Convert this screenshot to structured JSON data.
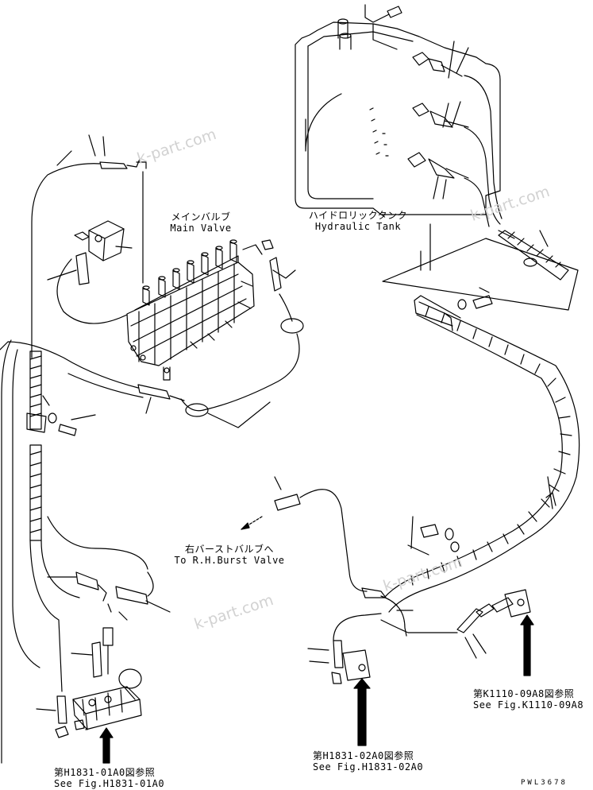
{
  "labels": {
    "main_valve_jp": "メインバルブ",
    "main_valve_en": "Main Valve",
    "hydraulic_tank_jp": "ハイドロリックタンク",
    "hydraulic_tank_en": "Hydraulic Tank",
    "burst_valve_jp": "右バーストバルブへ",
    "burst_valve_en": "To R.H.Burst Valve",
    "ref_01a0_jp": "第H1831-01A0図参照",
    "ref_01a0_en": "See Fig.H1831-01A0",
    "ref_02a0_jp": "第H1831-02A0図参照",
    "ref_02a0_en": "See Fig.H1831-02A0",
    "ref_k1110_jp": "第K1110-09A8図参照",
    "ref_k1110_en": "See Fig.K1110-09A8",
    "drawing_code": "PWL3678"
  },
  "watermarks": [
    "k-part.com",
    "k-part.com",
    "k-part.com",
    "k-part.com"
  ]
}
